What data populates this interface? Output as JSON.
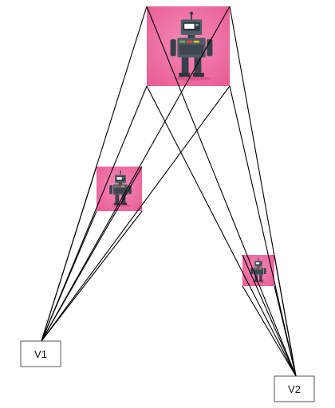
{
  "viewpoints": [
    {
      "id": "v1",
      "label": "V1"
    },
    {
      "id": "v2",
      "label": "V2"
    }
  ],
  "frames": [
    {
      "id": "frame-large",
      "size": "large"
    },
    {
      "id": "frame-medium",
      "size": "medium"
    },
    {
      "id": "frame-small",
      "size": "small"
    }
  ],
  "colors": {
    "frame_background": "#ee6fa0",
    "robot_body": "#4f5b67",
    "robot_dark": "#37414b",
    "robot_screen": "#ffffff",
    "robot_accent_green": "#6ab04c",
    "robot_accent_red": "#e74c3c",
    "line": "#000000",
    "label_border": "#555555"
  },
  "icons": {
    "frame_image": "robot-icon"
  }
}
